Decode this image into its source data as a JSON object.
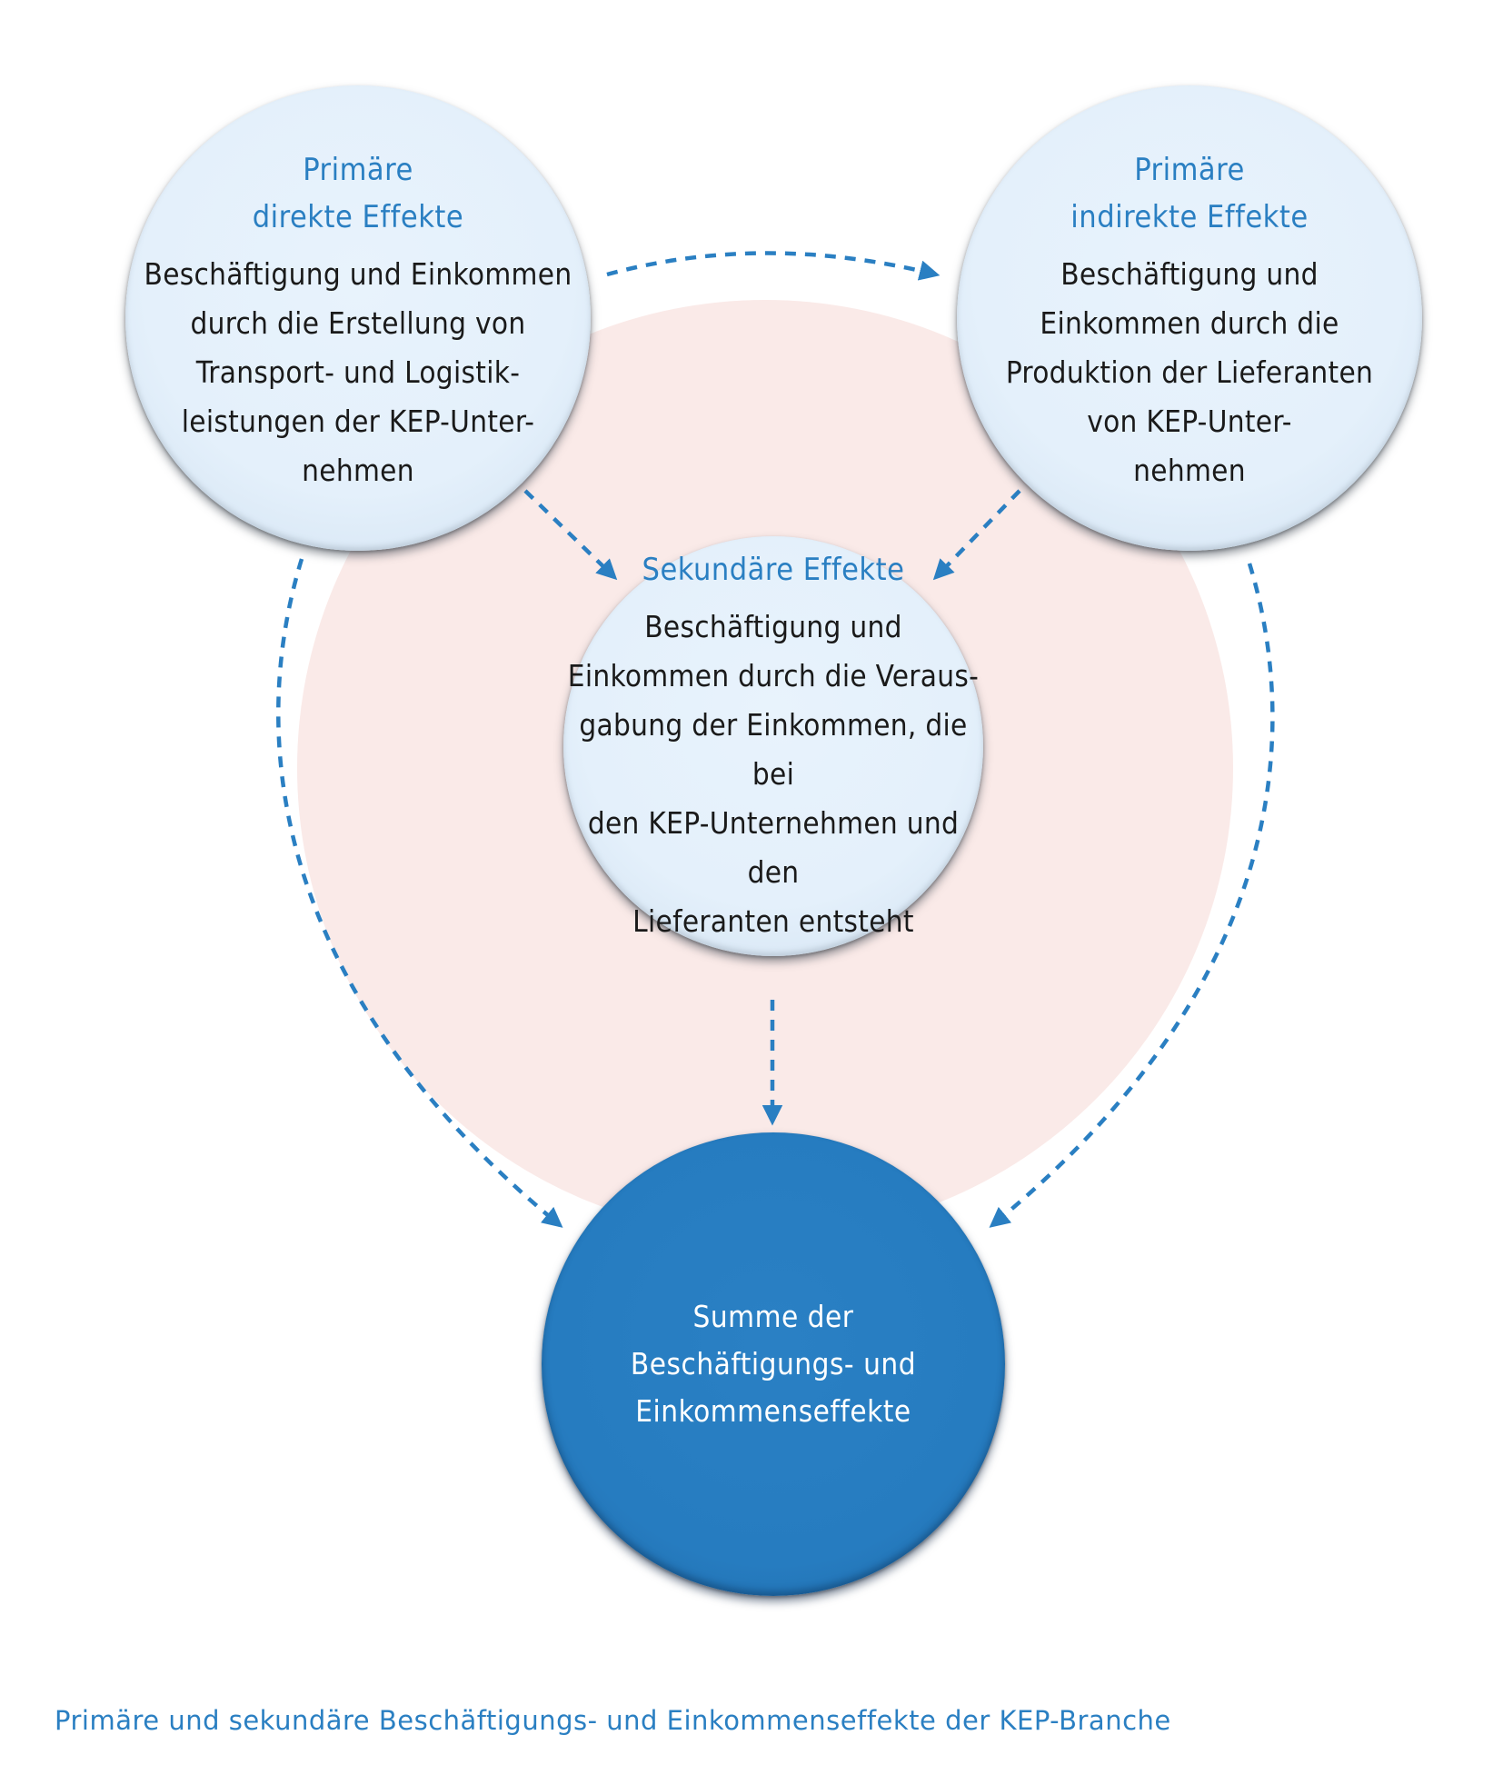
{
  "diagram": {
    "nodes": {
      "direct": {
        "title": "Primäre\ndirekte Effekte",
        "text": "Beschäftigung und Einkommen\ndurch die Erstellung von\nTransport- und Logistik-\nleistungen der KEP-Unter-\nnehmen"
      },
      "indirect": {
        "title": "Primäre\nindirekte Effekte",
        "text": "Beschäftigung und\nEinkommen durch die\nProduktion der Lieferanten\nvon KEP-Unter-\nnehmen"
      },
      "secondary": {
        "title": "Sekundäre Effekte",
        "text": "Beschäftigung und\nEinkommen durch die Veraus-\ngabung der Einkommen, die bei\nden KEP-Unternehmen und den\nLieferanten entsteht"
      },
      "sum": {
        "text": "Summe der\nBeschäftigungs- und\nEinkommenseffekte"
      }
    },
    "colors": {
      "accent": "#2a7fc2",
      "sum_fill": "#267cc0",
      "node_fill": "#e4f0fb",
      "background_disc": "#faeae8",
      "arrow": "#2a7fc2"
    },
    "arrows": [
      {
        "from": "direct",
        "to": "indirect"
      },
      {
        "from": "direct",
        "to": "secondary"
      },
      {
        "from": "indirect",
        "to": "secondary"
      },
      {
        "from": "secondary",
        "to": "sum"
      },
      {
        "from": "direct",
        "to": "sum"
      },
      {
        "from": "indirect",
        "to": "sum"
      }
    ]
  },
  "caption": "Primäre und sekundäre Beschäftigungs- und Einkommenseffekte der KEP-Branche"
}
